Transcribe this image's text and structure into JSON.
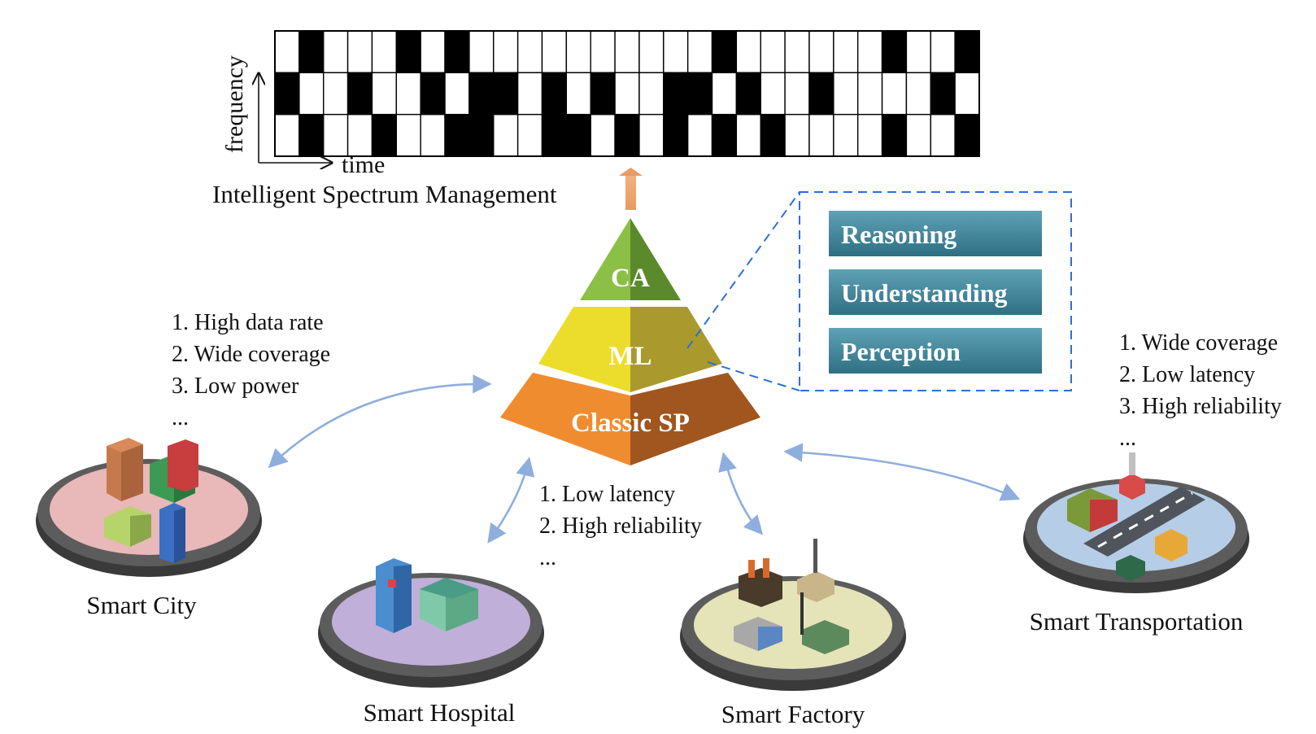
{
  "spectrum": {
    "axis_y": "frequency",
    "axis_x": "time",
    "caption": "Intelligent Spectrum Management",
    "grid": [
      [
        0,
        1,
        0,
        0,
        0,
        1,
        0,
        1,
        0,
        0,
        0,
        0,
        0,
        0,
        0,
        0,
        0,
        0,
        1,
        0,
        0,
        0,
        0,
        0,
        0,
        1,
        0,
        0,
        1
      ],
      [
        1,
        0,
        0,
        1,
        0,
        0,
        1,
        0,
        1,
        1,
        0,
        1,
        0,
        1,
        0,
        0,
        1,
        1,
        0,
        1,
        0,
        0,
        1,
        0,
        0,
        0,
        0,
        1,
        0
      ],
      [
        0,
        1,
        0,
        0,
        1,
        0,
        0,
        1,
        1,
        0,
        0,
        1,
        1,
        0,
        1,
        0,
        1,
        0,
        1,
        0,
        1,
        0,
        0,
        0,
        0,
        1,
        0,
        0,
        1
      ]
    ]
  },
  "pyramid": {
    "top": "CA",
    "middle": "ML",
    "bottom": "Classic SP",
    "colors": {
      "top_light": "#8cbf45",
      "top_dark": "#5b8a2c",
      "mid_light": "#ecdc2c",
      "mid_dark": "#aa9a2e",
      "bot_light": "#f08c30",
      "bot_dark": "#a0561e"
    }
  },
  "capabilities": [
    "Reasoning",
    "Understanding",
    "Perception"
  ],
  "applications": {
    "city": {
      "name": "Smart City",
      "requirements": [
        "1. High data rate",
        "2. Wide coverage",
        "3. Low power",
        "..."
      ]
    },
    "hospital": {
      "name": "Smart Hospital"
    },
    "factory": {
      "name": "Smart Factory"
    },
    "shared_requirements": [
      "1. Low latency",
      "2. High reliability",
      "..."
    ],
    "transportation": {
      "name": "Smart Transportation",
      "requirements": [
        "1. Wide coverage",
        "2. Low latency",
        "3. High reliability",
        "..."
      ]
    }
  },
  "icons": [
    "city-buildings-icon",
    "hospital-buildings-icon",
    "factory-buildings-icon",
    "transportation-road-icon"
  ]
}
